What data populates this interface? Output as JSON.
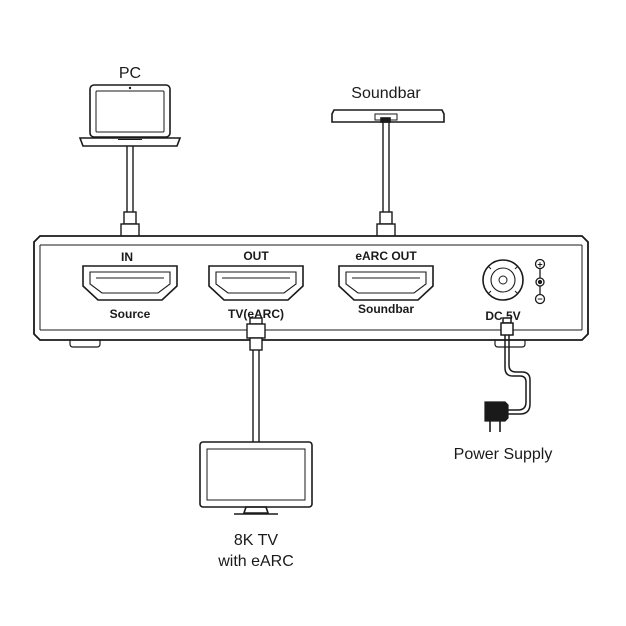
{
  "devices": {
    "pc": {
      "label": "PC"
    },
    "soundbar": {
      "label": "Soundbar"
    },
    "tv": {
      "label_line1": "8K TV",
      "label_line2": "with eARC"
    },
    "power_supply": {
      "label": "Power Supply"
    }
  },
  "extractor": {
    "ports": {
      "in": {
        "top_label": "IN",
        "bottom_label": "Source"
      },
      "out": {
        "top_label": "OUT",
        "bottom_label": "TV(eARC)"
      },
      "earc_out": {
        "top_label": "eARC OUT",
        "bottom_label": "Soundbar"
      },
      "dc": {
        "bottom_label": "DC 5V"
      }
    },
    "polarity": {
      "plus": "+",
      "minus": "−"
    }
  },
  "colors": {
    "stroke": "#1a1a1a",
    "panel": "#ffffff",
    "screen": "#ffffff"
  }
}
